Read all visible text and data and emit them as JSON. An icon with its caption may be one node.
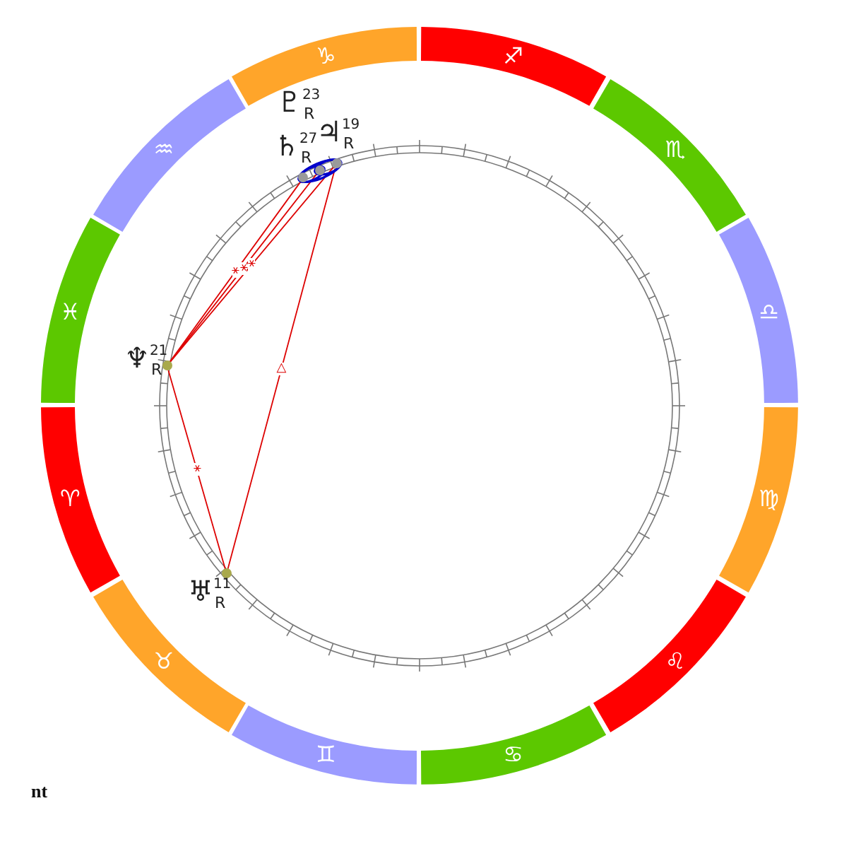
{
  "diagram": {
    "nodes": [
      {
        "text": [
          "♑"
        ]
      },
      {
        "text": [
          "♐"
        ]
      },
      {
        "text": [
          "♏"
        ]
      },
      {
        "text": [
          "♎"
        ]
      },
      {
        "text": [
          "♍"
        ]
      },
      {
        "text": [
          "♌"
        ]
      },
      {
        "text": [
          "♋"
        ]
      },
      {
        "text": [
          "♊"
        ]
      },
      {
        "text": [
          "♉"
        ]
      },
      {
        "text": [
          "♈"
        ]
      },
      {
        "text": [
          "♓"
        ]
      },
      {
        "text": [
          "♒"
        ]
      },
      {
        "text": [],
        "shape": "circle",
        "beside": [
          "♇",
          "23",
          "R"
        ]
      },
      {
        "text": [],
        "shape": "circle",
        "beside": [
          "♄",
          "27",
          "R"
        ]
      },
      {
        "text": [],
        "shape": "circle",
        "beside": [
          "♃",
          "19",
          "R"
        ]
      },
      {
        "text": [],
        "shape": "circle",
        "beside": [
          "♆",
          "21",
          "R"
        ]
      },
      {
        "text": [],
        "shape": "circle",
        "beside": [
          "♅",
          "11",
          "R"
        ]
      }
    ],
    "edges": [
      {
        "from": 15,
        "to": 13,
        "arrow": "none",
        "label": "⚹"
      },
      {
        "from": 15,
        "to": 12,
        "arrow": "none",
        "label": "⚹"
      },
      {
        "from": 15,
        "to": 14,
        "arrow": "none",
        "label": "⚹"
      },
      {
        "from": 16,
        "to": 14,
        "arrow": "none",
        "label": "△"
      },
      {
        "from": 15,
        "to": 16,
        "arrow": "none",
        "label": "⚹"
      },
      {
        "from": 13,
        "to": 12,
        "arrow": "none",
        "color": "#0000cc"
      },
      {
        "from": 12,
        "to": 14,
        "arrow": "none",
        "color": "#0000cc"
      },
      {
        "from": 13,
        "to": 14,
        "arrow": "none",
        "color": "#0000cc"
      }
    ],
    "labels": [
      "nt"
    ]
  }
}
